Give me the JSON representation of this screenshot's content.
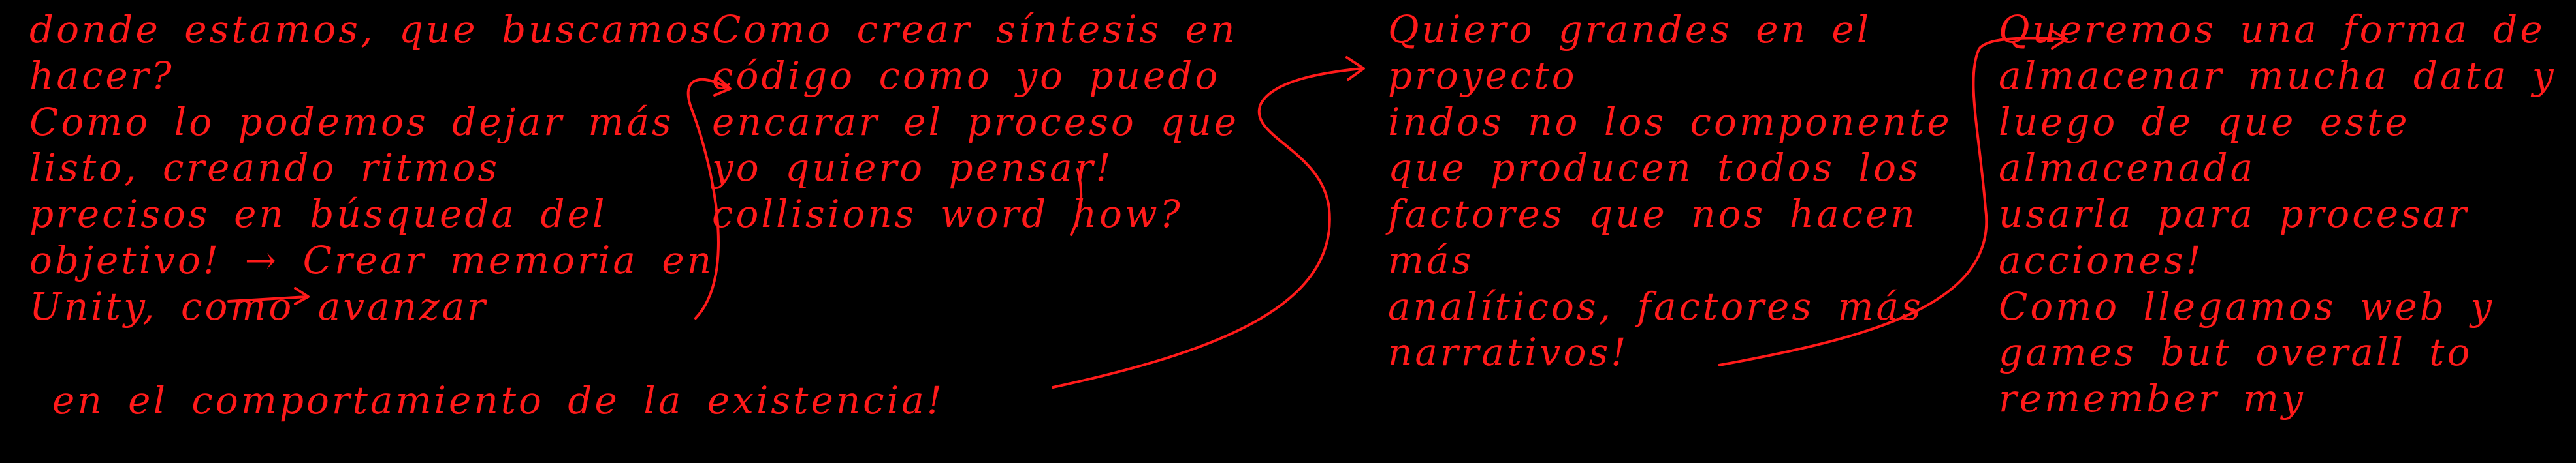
{
  "colors": {
    "background": "#000000",
    "ink": "#ff1a1a"
  },
  "notes": [
    {
      "text": "donde estamos, que buscamos hacer?\nComo lo podemos dejar más\nlisto, creando ritmos\nprecisos en búsqueda del\nobjetivo!  →  Crear memoria en\nUnity, como avanzar",
      "tail": "en el comportamiento de la existencia!"
    },
    {
      "text": "Como crear síntesis en\ncódigo como yo puedo\nencarar el proceso que\nyo quiero pensar!\ncollisions word how?"
    },
    {
      "text": "Quiero grandes en el proyecto\nindos no los componente\nque producen todos los\nfactores que nos hacen más\nanalíticos, factores más\nnarrativos!"
    },
    {
      "text": "Queremos una forma de\nalmacenar mucha data y\nluego de que este almacenada\nusarla para procesar acciones!\nComo llegamos web y\ngames but overall to\nremember my"
    }
  ]
}
